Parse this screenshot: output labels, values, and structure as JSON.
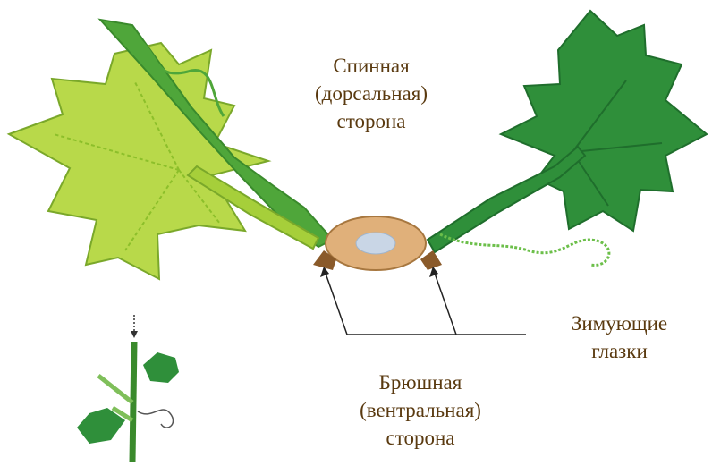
{
  "labels": {
    "dorsal": {
      "line1": "Спинная",
      "line2": "(дорсальная)",
      "line3": "сторона"
    },
    "ventral": {
      "line1": "Брюшная",
      "line2": "(вентральная)",
      "line3": "сторона"
    },
    "buds": {
      "line1": "Зимующие",
      "line2": "глазки"
    }
  },
  "colors": {
    "text": "#5a3a10",
    "light_leaf": "#b8d94a",
    "light_leaf_shade": "#8cbf2a",
    "dark_leaf": "#2f8f3a",
    "dark_leaf_deep": "#1f6e2c",
    "stem_mid": "#4fa63a",
    "cane_cross_section": "#e0b07a",
    "pith": "#c9d6e6",
    "bud": "#8a5a2a",
    "pointer_line": "#222222"
  }
}
